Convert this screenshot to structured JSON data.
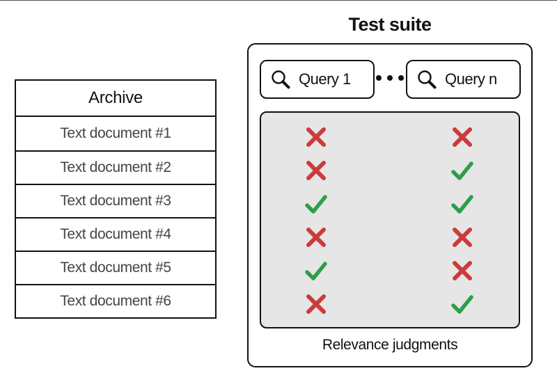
{
  "archive": {
    "title": "Archive",
    "documents": [
      "Text document #1",
      "Text document #2",
      "Text document #3",
      "Text document #4",
      "Text document #5",
      "Text document #6"
    ]
  },
  "test_suite": {
    "title": "Test suite",
    "queries": [
      {
        "label": "Query 1",
        "icon": "search-icon"
      },
      {
        "label": "Query n",
        "icon": "search-icon"
      }
    ],
    "ellipsis": "•••",
    "judgments_label": "Relevance judgments",
    "judgments": {
      "query_1": [
        "not-relevant",
        "not-relevant",
        "relevant",
        "not-relevant",
        "relevant",
        "not-relevant"
      ],
      "query_n": [
        "not-relevant",
        "relevant",
        "relevant",
        "not-relevant",
        "not-relevant",
        "relevant"
      ]
    }
  },
  "colors": {
    "relevant": "#2e9e4a",
    "not_relevant": "#cc3b3b",
    "panel_background": "#e6e6e6",
    "outline": "#111111"
  }
}
